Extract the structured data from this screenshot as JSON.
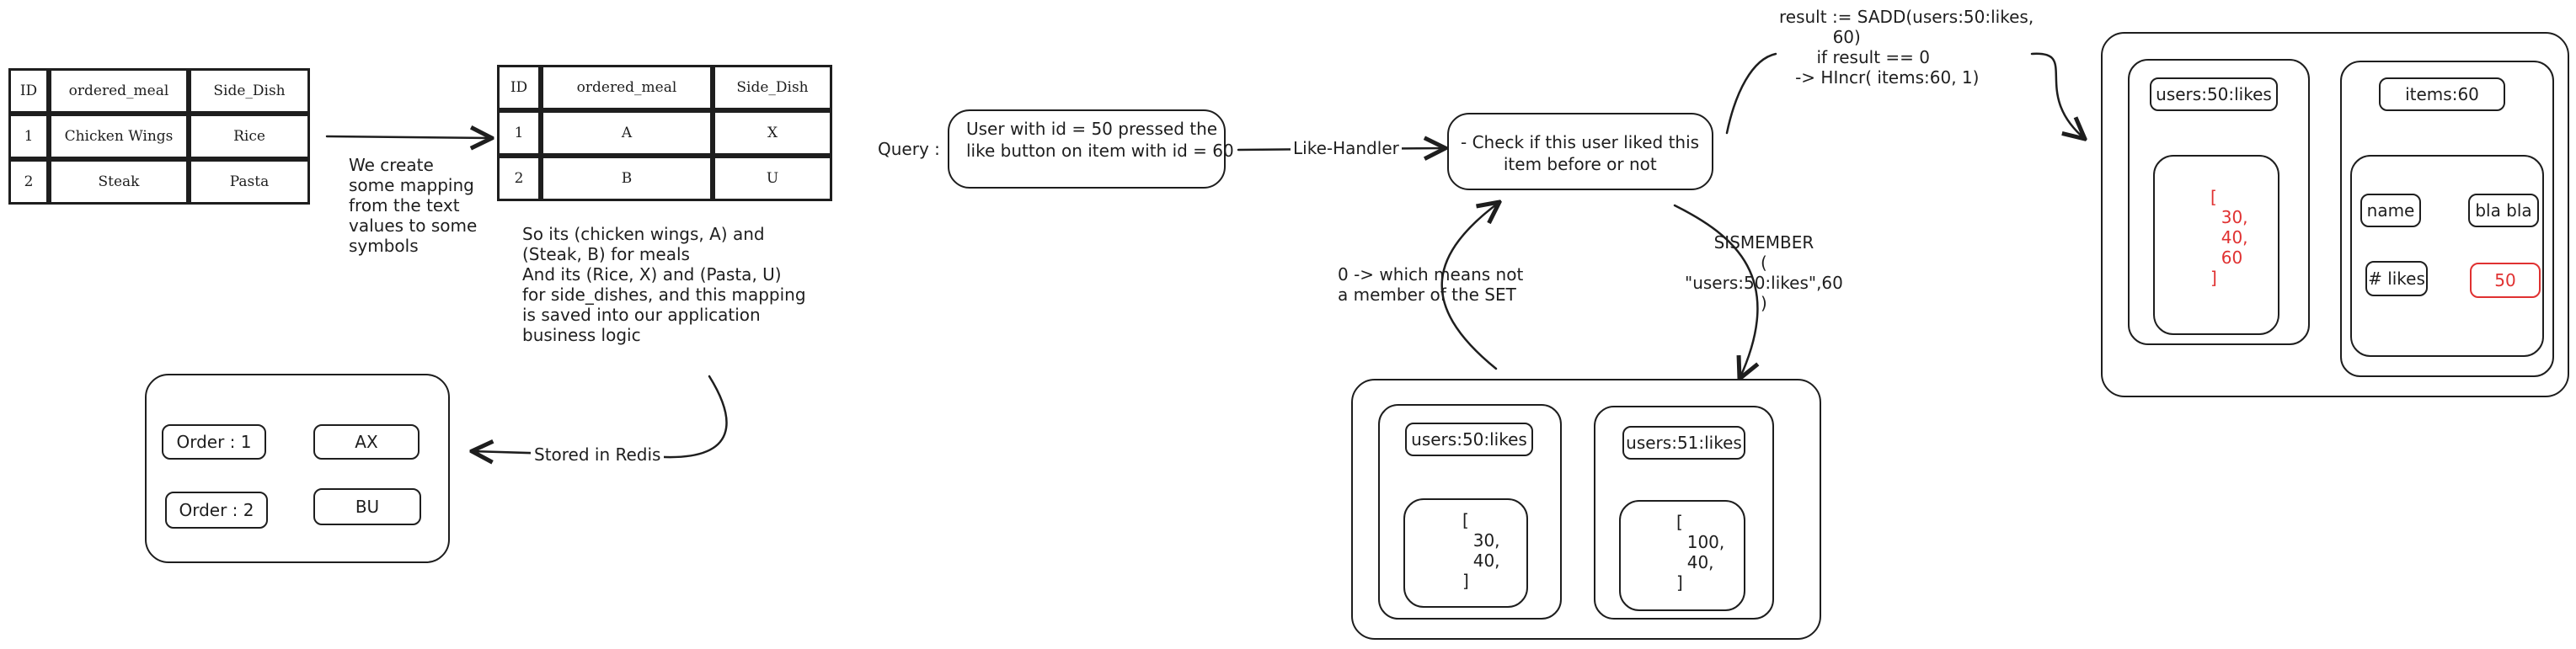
{
  "table_left": {
    "headers": [
      "ID",
      "ordered_meal",
      "Side_Dish"
    ],
    "rows": [
      [
        "1",
        "Chicken Wings",
        "Rice"
      ],
      [
        "2",
        "Steak",
        "Pasta"
      ]
    ]
  },
  "table_right": {
    "headers": [
      "ID",
      "ordered_meal",
      "Side_Dish"
    ],
    "rows": [
      [
        "1",
        "A",
        "X"
      ],
      [
        "2",
        "B",
        "U"
      ]
    ]
  },
  "notes": {
    "mapping_note": "We create\nsome mapping\nfrom the text\nvalues to some\nsymbols",
    "explanation": "So its (chicken wings, A) and\n(Steak, B) for meals\nAnd its (Rice, X) and (Pasta, U)\nfor side_dishes, and this mapping\nis saved into our application\nbusiness logic",
    "stored_label": "Stored in Redis",
    "query_label": "Query :",
    "query_text": "User with id = 50 pressed the\nlike button on item with id = 60",
    "like_handler": "Like-Handler",
    "check_text": "- Check if this user liked this\n        item before or not",
    "sismember": "SISMEMBER\n(\n\"users:50:likes\",60\n)",
    "not_member": "0 -> which means not\na member of the SET",
    "result_code": "result := SADD(users:50:likes,\n          60)\n       if result == 0\n   -> HIncr( items:60, 1)"
  },
  "orders": [
    {
      "key": "Order : 1",
      "value": "AX"
    },
    {
      "key": "Order : 2",
      "value": "BU"
    }
  ],
  "redis_middle": {
    "set1": {
      "key": "users:50:likes",
      "values": "[\n  30,\n  40,\n]"
    },
    "set2": {
      "key": "users:51:likes",
      "values": "[\n  100,\n  40,\n]"
    }
  },
  "redis_right": {
    "set": {
      "key": "users:50:likes",
      "values": "[\n  30,\n  40,\n  60\n]"
    },
    "hash": {
      "key": "items:60",
      "field1": "name",
      "value1": "bla bla",
      "field2": "# likes",
      "value2": "50"
    }
  },
  "colors": {
    "stroke": "#1e1e1e",
    "highlight": "#e03131"
  }
}
